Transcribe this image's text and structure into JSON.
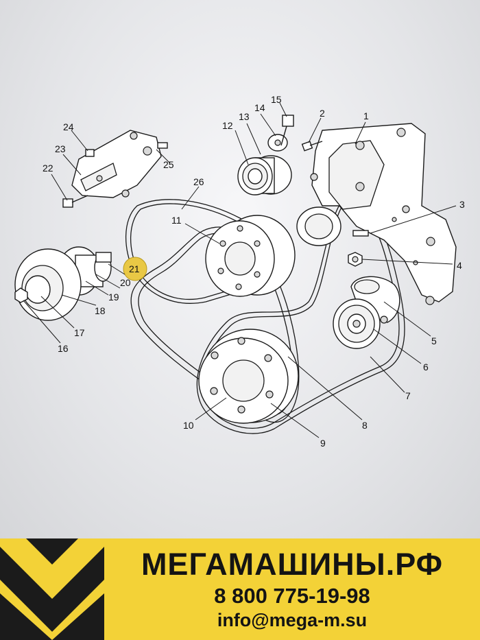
{
  "diagram": {
    "callouts": {
      "c1": "1",
      "c2": "2",
      "c3": "3",
      "c4": "4",
      "c5": "5",
      "c6": "6",
      "c7": "7",
      "c8": "8",
      "c9": "9",
      "c10": "10",
      "c11": "11",
      "c12": "12",
      "c13": "13",
      "c14": "14",
      "c15": "15",
      "c16": "16",
      "c17": "17",
      "c18": "18",
      "c19": "19",
      "c20": "20",
      "c21": "21",
      "c22": "22",
      "c23": "23",
      "c24": "24",
      "c25": "25",
      "c26": "26"
    },
    "highlighted_callout": "21",
    "highlight_color": "#e9c845"
  },
  "footer": {
    "brand": "МЕГАМАШИНЫ.РФ",
    "phone": "8 800 775-19-98",
    "email": "info@mega-m.su",
    "colors": {
      "yellow": "#f3d237",
      "dark": "#1b1b1b"
    }
  }
}
